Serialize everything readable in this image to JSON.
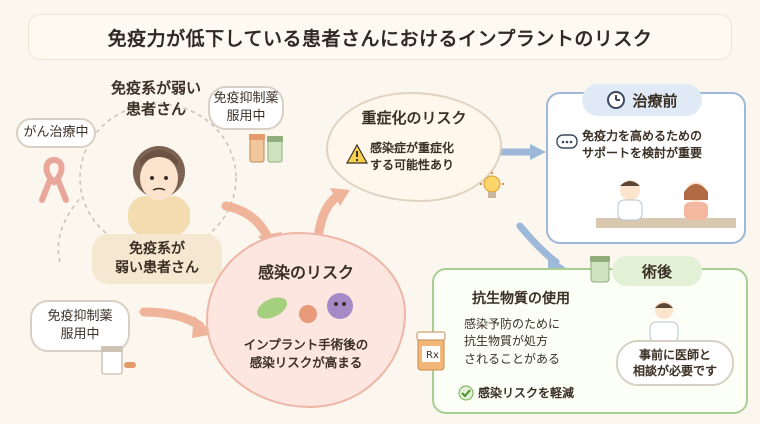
{
  "title": "免疫力が低下している患者さんにおけるインプラントのリスク",
  "left": {
    "top_label": [
      "免疫系が弱い",
      "患者さん"
    ],
    "cancer": "がん治療中",
    "immuno_top": [
      "免疫抑制薬",
      "服用中"
    ],
    "patient_pill": [
      "免疫系が",
      "弱い患者さん"
    ],
    "immuno_bottom": [
      "免疫抑制薬",
      "服用中"
    ]
  },
  "infection": {
    "heading": "感染のリスク",
    "body": [
      "インプラント手術後の",
      "感染リスクが高まる"
    ]
  },
  "severe": {
    "heading": "重症化のリスク",
    "body": [
      "感染症が重症化",
      "する可能性あり"
    ]
  },
  "before": {
    "heading": "治療前",
    "body": [
      "免疫力を高めるための",
      "サポートを検討が重要"
    ]
  },
  "after": {
    "heading": "術後",
    "sub_heading": "抗生物質の使用",
    "body": [
      "感染予防のために",
      "抗生物質が処方",
      "されることがある"
    ],
    "check": "感染リスクを軽減",
    "doctor_note": [
      "事前に医師と",
      "相談が必要です"
    ]
  },
  "icons": [
    "ribbon-icon",
    "pill-bottle-icon",
    "warning-icon",
    "lightbulb-icon",
    "clock-icon",
    "chat-icon",
    "germ-icon",
    "doctor-icon",
    "check-icon"
  ],
  "colors": {
    "infection_fill": "#fde6df",
    "before_border": "#9db8d8",
    "after_border": "#a9cf94",
    "arrow": "#f0b49b"
  }
}
